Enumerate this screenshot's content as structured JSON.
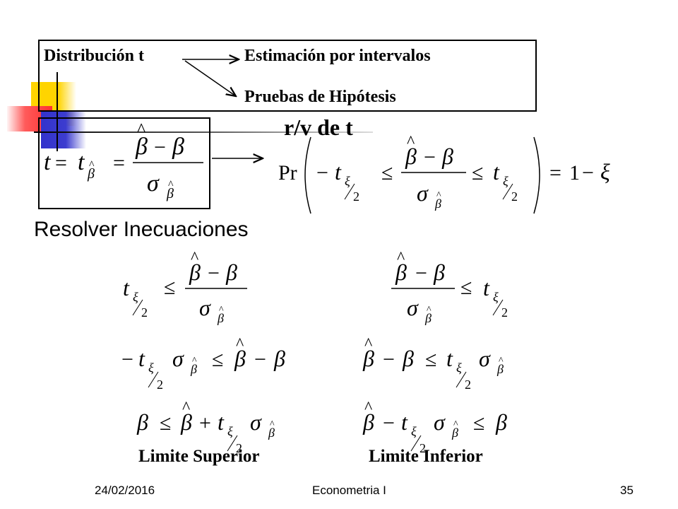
{
  "top_box": {
    "source": "Distribución t",
    "target_1": "Estimación por intervalos",
    "target_2": "Pruebas de Hipótesis"
  },
  "rv_label": "r/v de t",
  "resolver": "Resolver  Inecuaciones",
  "limits": {
    "upper": "Limite Superior",
    "lower": "Limite Inferior"
  },
  "footer": {
    "date": "24/02/2016",
    "title": "Econometria I",
    "page": "35"
  }
}
